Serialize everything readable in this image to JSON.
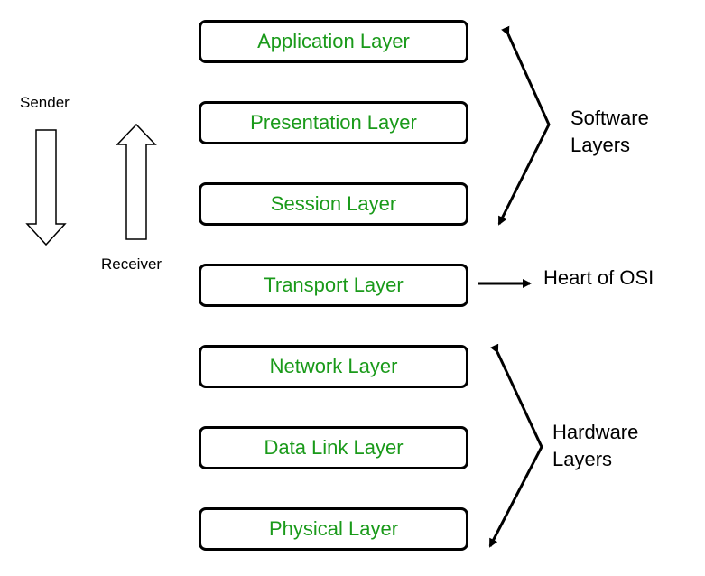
{
  "layers": [
    {
      "label": "Application Layer"
    },
    {
      "label": "Presentation Layer"
    },
    {
      "label": "Session Layer"
    },
    {
      "label": "Transport Layer"
    },
    {
      "label": "Network Layer"
    },
    {
      "label": "Data Link Layer"
    },
    {
      "label": "Physical Layer"
    }
  ],
  "sender_label": "Sender",
  "receiver_label": "Receiver",
  "software": {
    "line1": "Software",
    "line2": "Layers"
  },
  "heart_label": "Heart of OSI",
  "hardware": {
    "line1": "Hardware",
    "line2": "Layers"
  },
  "colors": {
    "layer_text": "#1a9a1a",
    "stroke": "#000000"
  }
}
